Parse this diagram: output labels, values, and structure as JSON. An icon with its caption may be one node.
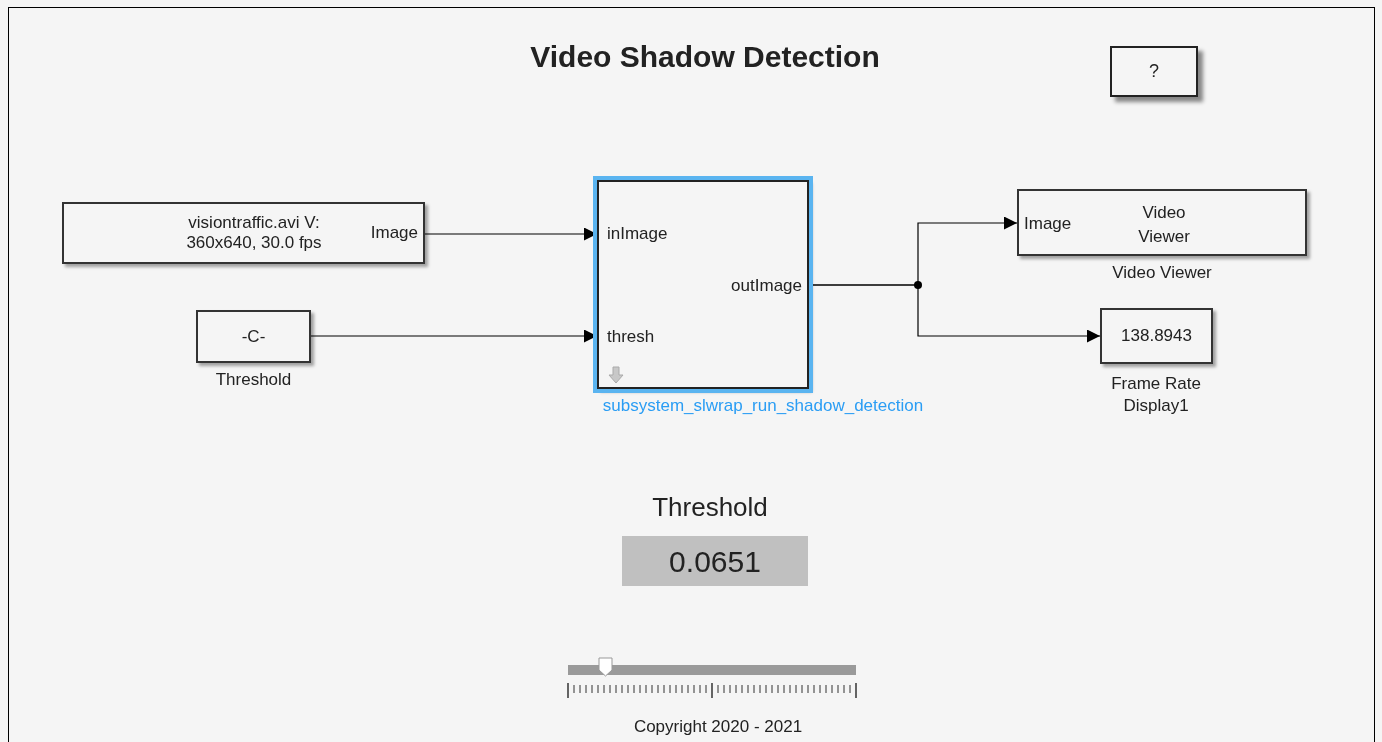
{
  "diagram": {
    "title": "Video Shadow Detection",
    "nodes": [
      {
        "text": [
          "visiontraffic.avi V: 360x640, 30.0 fps",
          "Image"
        ]
      },
      {
        "text": [
          "-C-"
        ],
        "beside": [
          "Threshold"
        ]
      },
      {
        "text": [
          "inImage",
          "thresh",
          "outImage"
        ],
        "beside": [
          "subsystem_slwrap_run_shadow_detection"
        ]
      },
      {
        "text": [
          "Image",
          "Video Viewer"
        ],
        "beside": [
          "Video Viewer"
        ]
      },
      {
        "text": [
          "138.8943"
        ],
        "beside": [
          "Frame Rate Display1"
        ]
      },
      {
        "text": [
          "?"
        ]
      },
      {
        "text": [
          "Threshold",
          "0.0651"
        ]
      }
    ],
    "edges": [
      {
        "from": 0,
        "to": 2,
        "arrow": "to"
      },
      {
        "from": 1,
        "to": 2,
        "arrow": "to"
      },
      {
        "from": 2,
        "to": 3,
        "arrow": "to"
      },
      {
        "from": 2,
        "to": 4,
        "arrow": "to"
      }
    ],
    "labels": [
      "Copyright 2020 - 2021"
    ]
  }
}
